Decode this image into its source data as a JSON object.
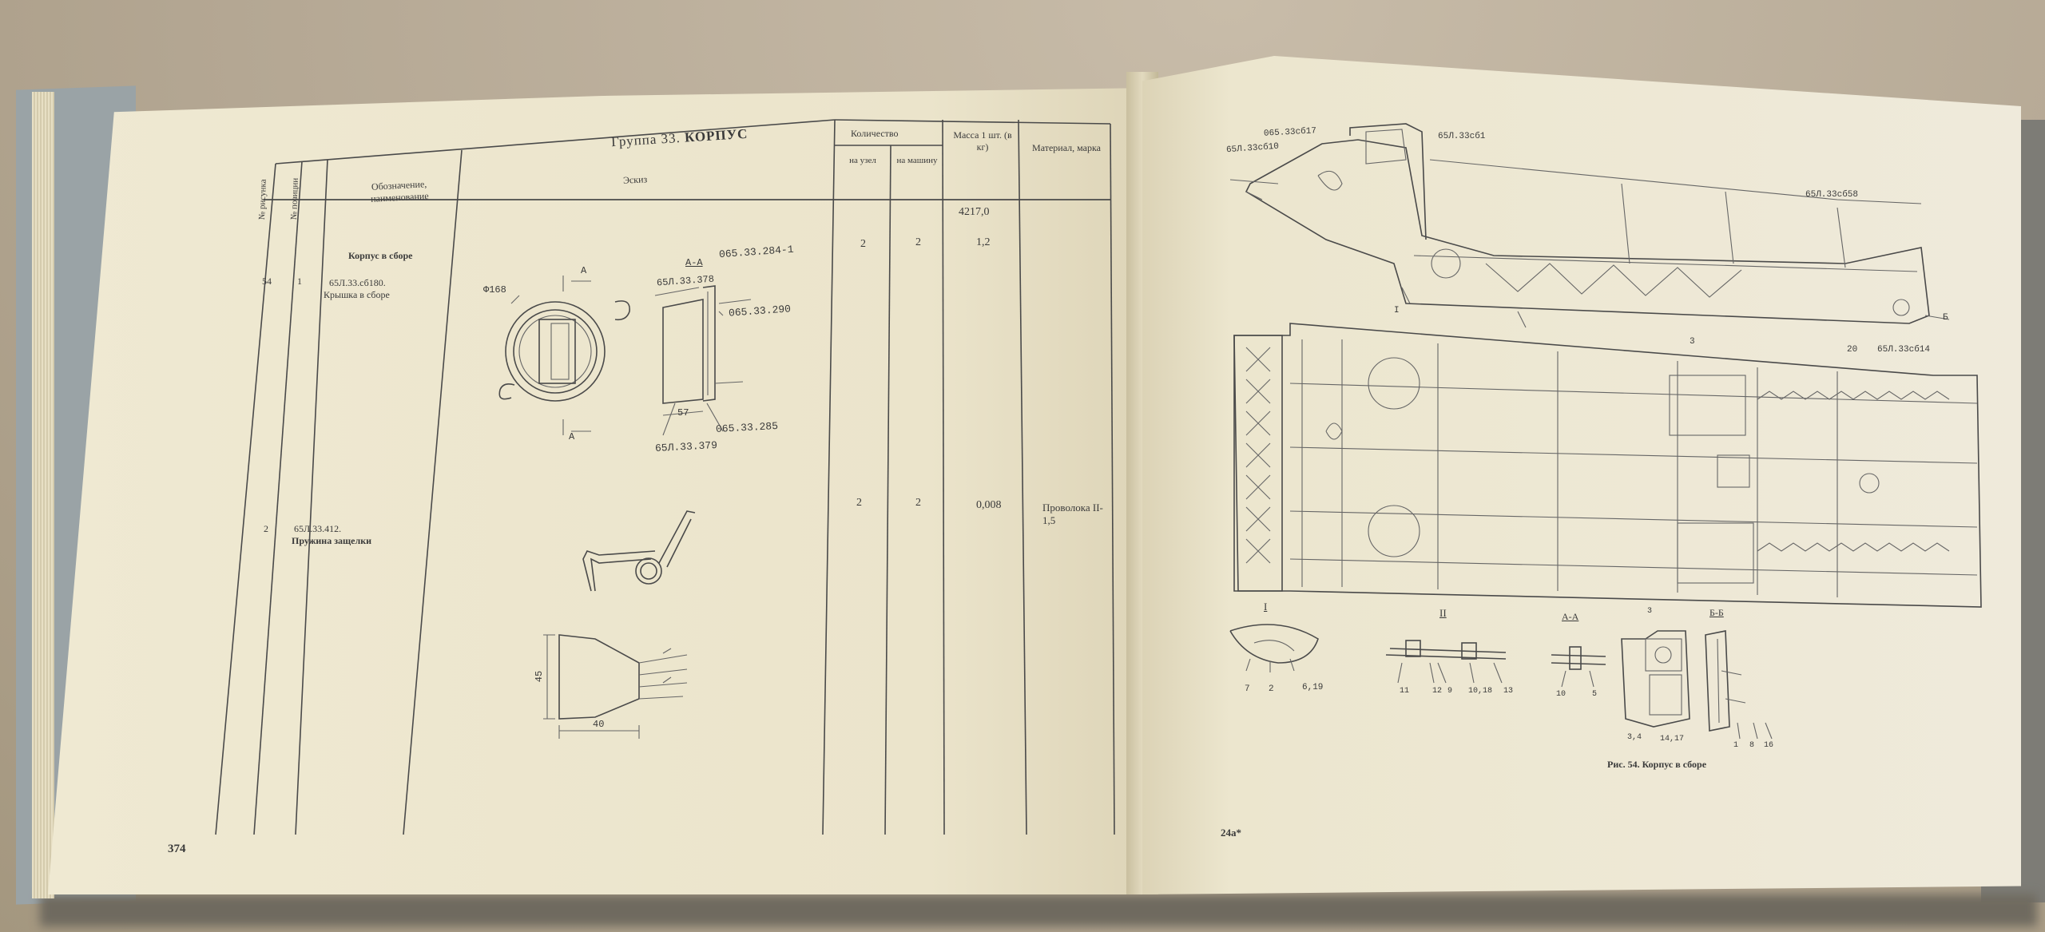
{
  "left_page": {
    "group_title_prefix": "Группа 33.",
    "group_title_name": "КОРПУС",
    "headers": {
      "fig_no": "№ рисунка",
      "pos_no": "№ позиции",
      "designation": "Обозначение, наименование",
      "sketch": "Эскиз",
      "quantity": "Количество",
      "per_unit": "на узел",
      "per_machine": "на машину",
      "mass": "Масса 1 шт. (в кг)",
      "material": "Материал, марка"
    },
    "rows": [
      {
        "fig": "",
        "pos": "",
        "name_bold": "Корпус в сборе",
        "code": "",
        "name": "",
        "unit": "",
        "machine": "",
        "mass": "4217,0",
        "material": ""
      },
      {
        "fig": "54",
        "pos": "1",
        "name_bold": "",
        "code": "65Л.33.сб180.",
        "name": "Крышка в сборе",
        "unit": "2",
        "machine": "2",
        "mass": "1,2",
        "material": ""
      },
      {
        "fig": "",
        "pos": "2",
        "name_bold": "",
        "code": "65Л.33.412.",
        "name": "Пружина защелки",
        "unit": "2",
        "machine": "2",
        "mass": "0,008",
        "material": "Проволока II-1,5"
      }
    ],
    "sketch_labels": {
      "dia": "Ф168",
      "a_top": "А",
      "a_bottom": "А",
      "section": "А-А",
      "p1": "065.33.284-1",
      "p2": "65Л.33.378",
      "p3": "065.33.290",
      "dim57": "57",
      "p4": "065.33.285",
      "p5": "65Л.33.379",
      "dim45": "45",
      "dim40": "40"
    },
    "page_number": "374"
  },
  "right_page": {
    "labels": {
      "l1": "065.33сб17",
      "l2": "65Л.33сб1",
      "l3": "65Л.33сб10",
      "l4": "65Л.33сб58",
      "l5": "I",
      "l6": "3",
      "l7": "20",
      "l8": "65Л.33сб14",
      "l9": "Б"
    },
    "details": {
      "d1": "I",
      "d2": "II",
      "d3": "А-А",
      "d4": "Б-Б",
      "n1": "7",
      "n2": "2",
      "n3": "6,19",
      "n4": "11",
      "n5": "12",
      "n6": "9",
      "n7": "10,18",
      "n8": "13",
      "n9": "10",
      "n10": "5",
      "n11": "3",
      "n12": "3,4",
      "n13": "14,17",
      "n14": "1",
      "n15": "8",
      "n16": "16"
    },
    "caption": "Рис. 54. Корпус в сборе",
    "signature_mark": "24а*"
  }
}
